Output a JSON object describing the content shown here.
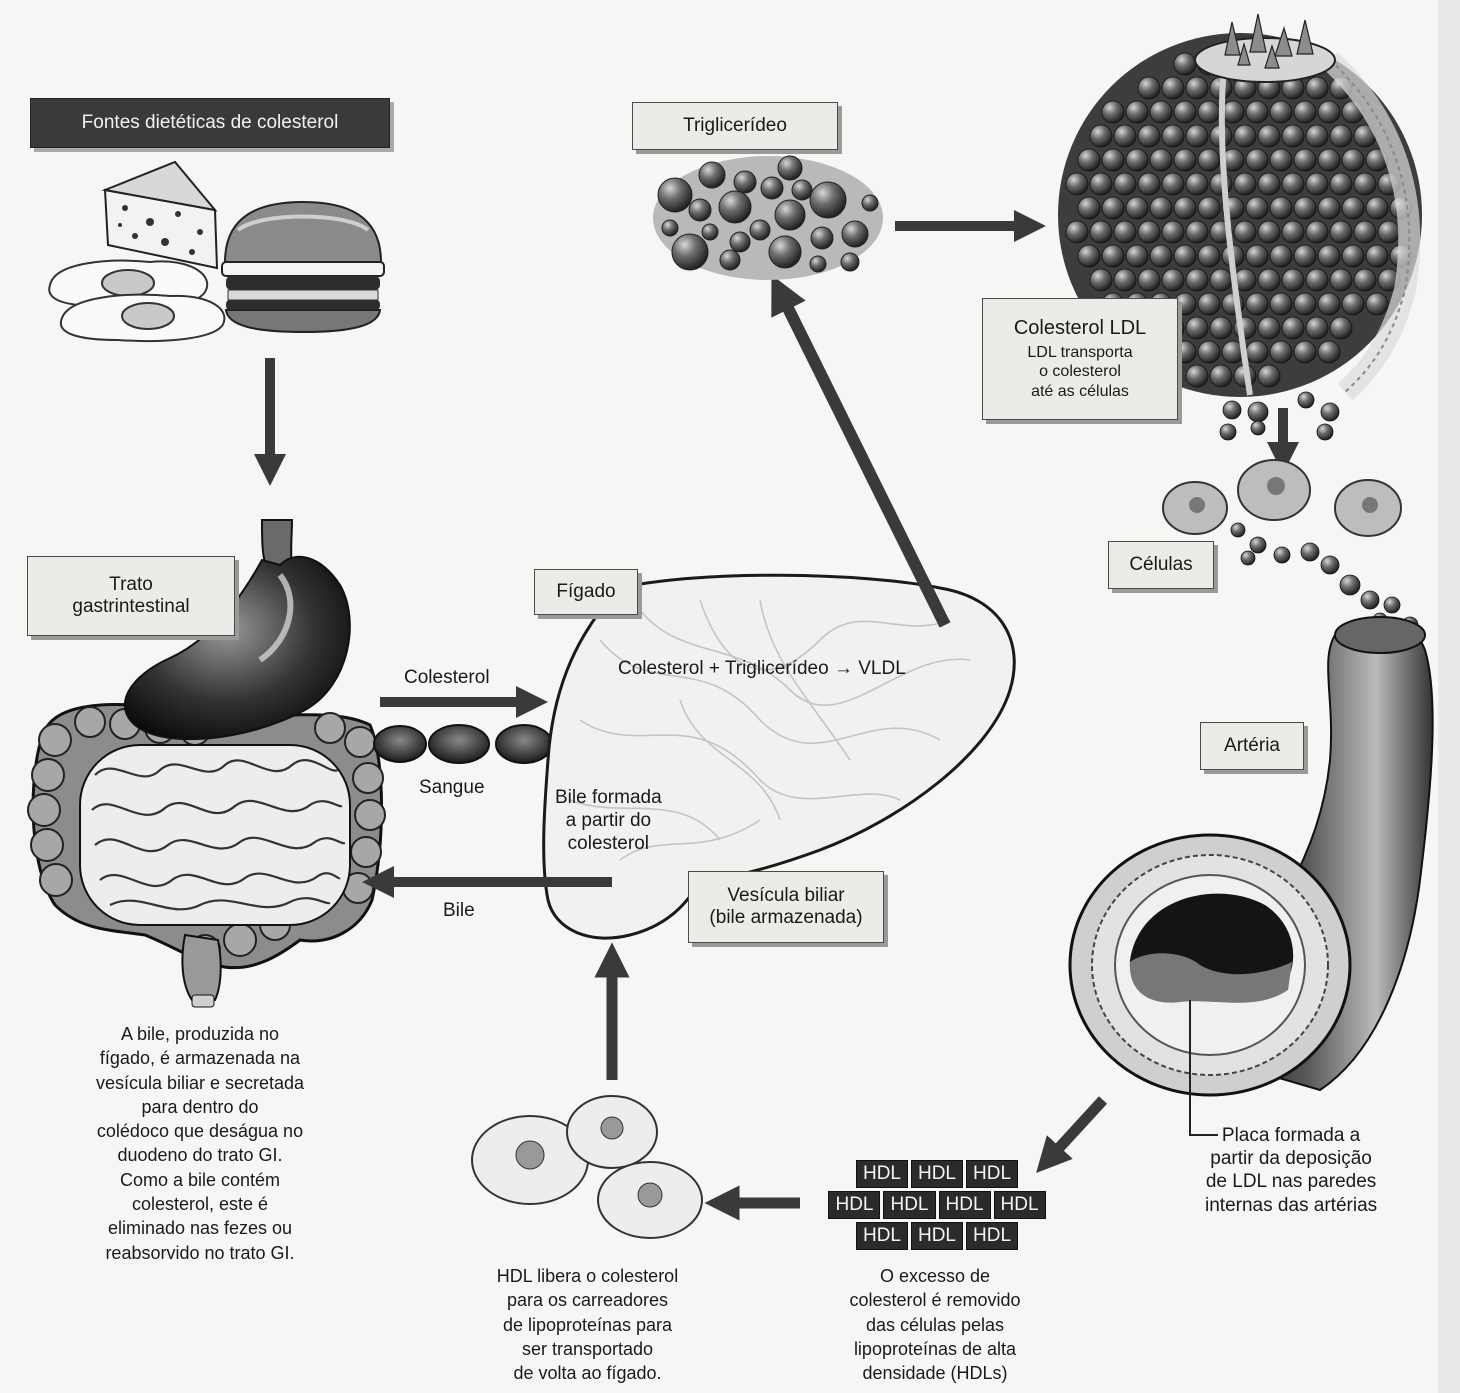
{
  "labels": {
    "dietary_sources": "Fontes dietéticas de colesterol",
    "gi_tract": "Trato\ngastrintestinal",
    "triglyceride": "Triglicerídeo",
    "liver": "Fígado",
    "ldl_title": "Colesterol LDL",
    "ldl_desc": "LDL transporta\no colesterol\naté as células",
    "cells": "Células",
    "artery": "Artéria",
    "gallbladder": "Vesícula biliar\n(bile armazenada)",
    "cholesterol_arrow": "Colesterol",
    "blood": "Sangue",
    "bile_arrow": "Bile",
    "liver_reaction": "Colesterol + Triglicerídeo → VLDL",
    "bile_formed": "Bile formada\na partir do\ncolesterol",
    "plaque": "Placa formada a\npartir da deposição\nde LDL nas paredes\ninternas das artérias"
  },
  "paragraphs": {
    "bile_text": "A bile, produzida no\nfígado, é armazenada na\nvesícula biliar e secretada\npara dentro do\ncolédoco que deságua no\nduodeno do trato GI.\nComo a bile contém\ncolesterol, este é\neliminado nas fezes ou\nreabsorvido no trato GI.",
    "hdl_release": "HDL libera o colesterol\npara os carreadores\nde lipoproteínas para\nser transportado\nde volta ao fígado.",
    "hdl_removal": "O excesso de\ncolesterol é removido\ndas células pelas\nlipoproteínas de alta\ndensidade (HDLs)"
  },
  "hdl_rows": [
    [
      "HDL",
      "HDL",
      "HDL"
    ],
    [
      "HDL",
      "HDL",
      "HDL",
      "HDL"
    ],
    [
      "HDL",
      "HDL",
      "HDL"
    ]
  ]
}
